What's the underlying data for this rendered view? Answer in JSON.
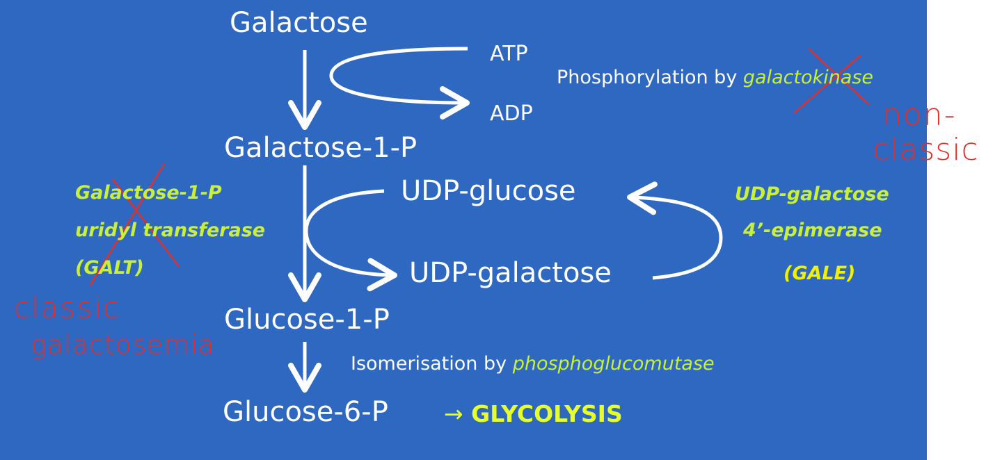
{
  "metabolites": {
    "galactose": "Galactose",
    "galactose_1p": "Galactose-1-P",
    "glucose_1p": "Glucose-1-P",
    "glucose_6p": "Glucose-6-P",
    "udp_glucose": "UDP-glucose",
    "udp_galactose": "UDP-galactose",
    "atp": "ATP",
    "adp": "ADP"
  },
  "reactions": {
    "phosphorylation_prefix": "Phosphorylation by ",
    "phosphorylation_enzyme": "galactokinase",
    "isomerisation_prefix": "Isomerisation by ",
    "isomerisation_enzyme": "phosphoglucomutase",
    "galt_lines": [
      "Galactose-1-P",
      "uridyl transferase",
      "(GALT)"
    ],
    "gale_lines": [
      "UDP-galactose",
      "4’-epimerase",
      "(GALE)"
    ],
    "glycolysis_arrow": "→",
    "glycolysis": "GLYCOLYSIS"
  },
  "annotations": {
    "non_classic_line1": "non-",
    "non_classic_line2": "classic",
    "classic_line1": "classic",
    "classic_line2": "galactosemia"
  },
  "colors": {
    "background": "#2f68c0",
    "enzyme_text": "#c8f03a",
    "glycolysis": "#e6ff2a",
    "annotation": "#e0302c"
  }
}
